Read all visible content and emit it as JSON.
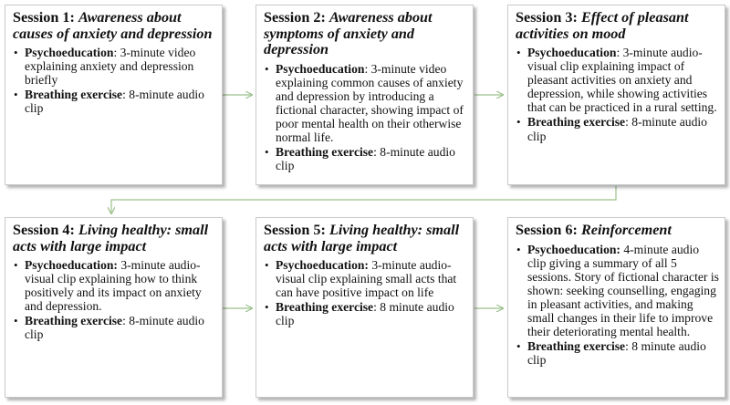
{
  "colors": {
    "arrow": "#9bc08b",
    "box_border": "#c9c9c9",
    "text": "#111111"
  },
  "sessions": [
    {
      "number": "Session 1: ",
      "topic": "Awareness about causes of anxiety and depression",
      "items": [
        {
          "label": "Psychoeducation",
          "text": ": 3-minute video explaining anxiety and depression briefly"
        },
        {
          "label": "Breathing exercise",
          "text": ": 8-minute audio clip"
        }
      ]
    },
    {
      "number": "Session 2: ",
      "topic": "Awareness about symptoms of anxiety and depression",
      "items": [
        {
          "label": "Psychoeducation",
          "text": ": 3-minute video explaining common causes of anxiety and depression by introducing a fictional character, showing impact of poor mental health on their otherwise normal life."
        },
        {
          "label": "Breathing exercise",
          "text": ": 8-minute audio clip"
        }
      ]
    },
    {
      "number": "Session 3: ",
      "topic": "Effect of pleasant activities on mood",
      "items": [
        {
          "label": "Psychoeducation",
          "text": ": 3-minute audio-visual clip explaining impact of pleasant activities on anxiety and depression, while showing activities that can be practiced in a rural setting."
        },
        {
          "label": "Breathing exercise",
          "text": ": 8-minute audio clip"
        }
      ]
    },
    {
      "number": "Session 4: ",
      "topic": "Living healthy: small acts with large impact",
      "items": [
        {
          "label": "Psychoeducation:",
          "text": " 3-minute audio-visual clip explaining how to think positively and its impact on anxiety and depression."
        },
        {
          "label": "Breathing exercise",
          "text": ": 8-minute audio clip"
        }
      ]
    },
    {
      "number": "Session 5: ",
      "topic": "Living healthy: small acts with large impact",
      "items": [
        {
          "label": "Psychoeducation:",
          "text": " 3-minute audio-visual clip explaining small acts that can have positive impact on life"
        },
        {
          "label": "Breathing exercise",
          "text": ": 8 minute audio clip"
        }
      ]
    },
    {
      "number": "Session 6: ",
      "topic": "Reinforcement",
      "items": [
        {
          "label": "Psychoeducation:",
          "text": " 4-minute audio clip giving a summary of all 5 sessions. Story of fictional character is shown: seeking counselling, engaging in pleasant activities, and making small changes in their life to improve their deteriorating mental health."
        },
        {
          "label": "Breathing exercise",
          "text": ": 8 minute audio clip"
        }
      ]
    }
  ]
}
